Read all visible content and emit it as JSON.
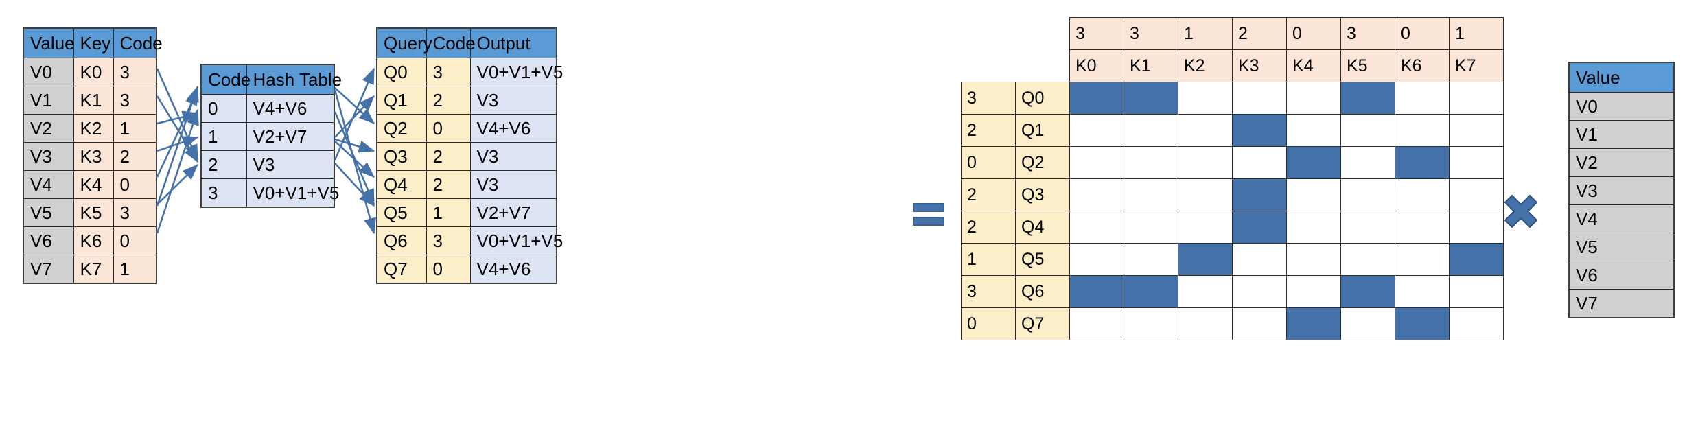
{
  "kv_table": {
    "name": "value-key-code-table",
    "headers": [
      "Value",
      "Key",
      "Code"
    ],
    "rows": [
      {
        "value": "V0",
        "key": "K0",
        "code": "3"
      },
      {
        "value": "V1",
        "key": "K1",
        "code": "3"
      },
      {
        "value": "V2",
        "key": "K2",
        "code": "1"
      },
      {
        "value": "V3",
        "key": "K3",
        "code": "2"
      },
      {
        "value": "V4",
        "key": "K4",
        "code": "0"
      },
      {
        "value": "V5",
        "key": "K5",
        "code": "3"
      },
      {
        "value": "V6",
        "key": "K6",
        "code": "0"
      },
      {
        "value": "V7",
        "key": "K7",
        "code": "1"
      }
    ]
  },
  "hash_table": {
    "name": "hash-table",
    "headers": [
      "Code",
      "Hash Table"
    ],
    "rows": [
      {
        "code": "0",
        "bucket": "V4+V6"
      },
      {
        "code": "1",
        "bucket": "V2+V7"
      },
      {
        "code": "2",
        "bucket": "V3"
      },
      {
        "code": "3",
        "bucket": "V0+V1+V5"
      }
    ]
  },
  "query_table": {
    "name": "query-code-output-table",
    "headers": [
      "Query",
      "Code",
      "Output"
    ],
    "rows": [
      {
        "query": "Q0",
        "code": "3",
        "output": "V0+V1+V5"
      },
      {
        "query": "Q1",
        "code": "2",
        "output": "V3"
      },
      {
        "query": "Q2",
        "code": "0",
        "output": "V4+V6"
      },
      {
        "query": "Q3",
        "code": "2",
        "output": "V3"
      },
      {
        "query": "Q4",
        "code": "2",
        "output": "V3"
      },
      {
        "query": "Q5",
        "code": "1",
        "output": "V2+V7"
      },
      {
        "query": "Q6",
        "code": "3",
        "output": "V0+V1+V5"
      },
      {
        "query": "Q7",
        "code": "0",
        "output": "V4+V6"
      }
    ]
  },
  "operators": {
    "equals": "=",
    "times": "×"
  },
  "matrix": {
    "name": "attention-matrix",
    "key_codes": [
      "3",
      "3",
      "1",
      "2",
      "0",
      "3",
      "0",
      "1"
    ],
    "key_labels": [
      "K0",
      "K1",
      "K2",
      "K3",
      "K4",
      "K5",
      "K6",
      "K7"
    ],
    "query_codes": [
      "3",
      "2",
      "0",
      "2",
      "2",
      "1",
      "3",
      "0"
    ],
    "query_labels": [
      "Q0",
      "Q1",
      "Q2",
      "Q3",
      "Q4",
      "Q5",
      "Q6",
      "Q7"
    ],
    "cells": [
      [
        1,
        1,
        0,
        0,
        0,
        1,
        0,
        0
      ],
      [
        0,
        0,
        0,
        1,
        0,
        0,
        0,
        0
      ],
      [
        0,
        0,
        0,
        0,
        1,
        0,
        1,
        0
      ],
      [
        0,
        0,
        0,
        1,
        0,
        0,
        0,
        0
      ],
      [
        0,
        0,
        0,
        1,
        0,
        0,
        0,
        0
      ],
      [
        0,
        0,
        1,
        0,
        0,
        0,
        0,
        1
      ],
      [
        1,
        1,
        0,
        0,
        0,
        1,
        0,
        0
      ],
      [
        0,
        0,
        0,
        0,
        1,
        0,
        1,
        0
      ]
    ]
  },
  "value_vector": {
    "name": "value-output-table",
    "header": "Value",
    "rows": [
      "V0",
      "V1",
      "V2",
      "V3",
      "V4",
      "V5",
      "V6",
      "V7"
    ]
  },
  "colors": {
    "header_blue": "#5B9BD5",
    "fill_blue": "#4472a8",
    "peach": "#fbe5d6",
    "cream": "#fbeec9",
    "light_blue": "#dce3f2",
    "grey": "#d0d0d0",
    "arrow": "#4472a8"
  }
}
